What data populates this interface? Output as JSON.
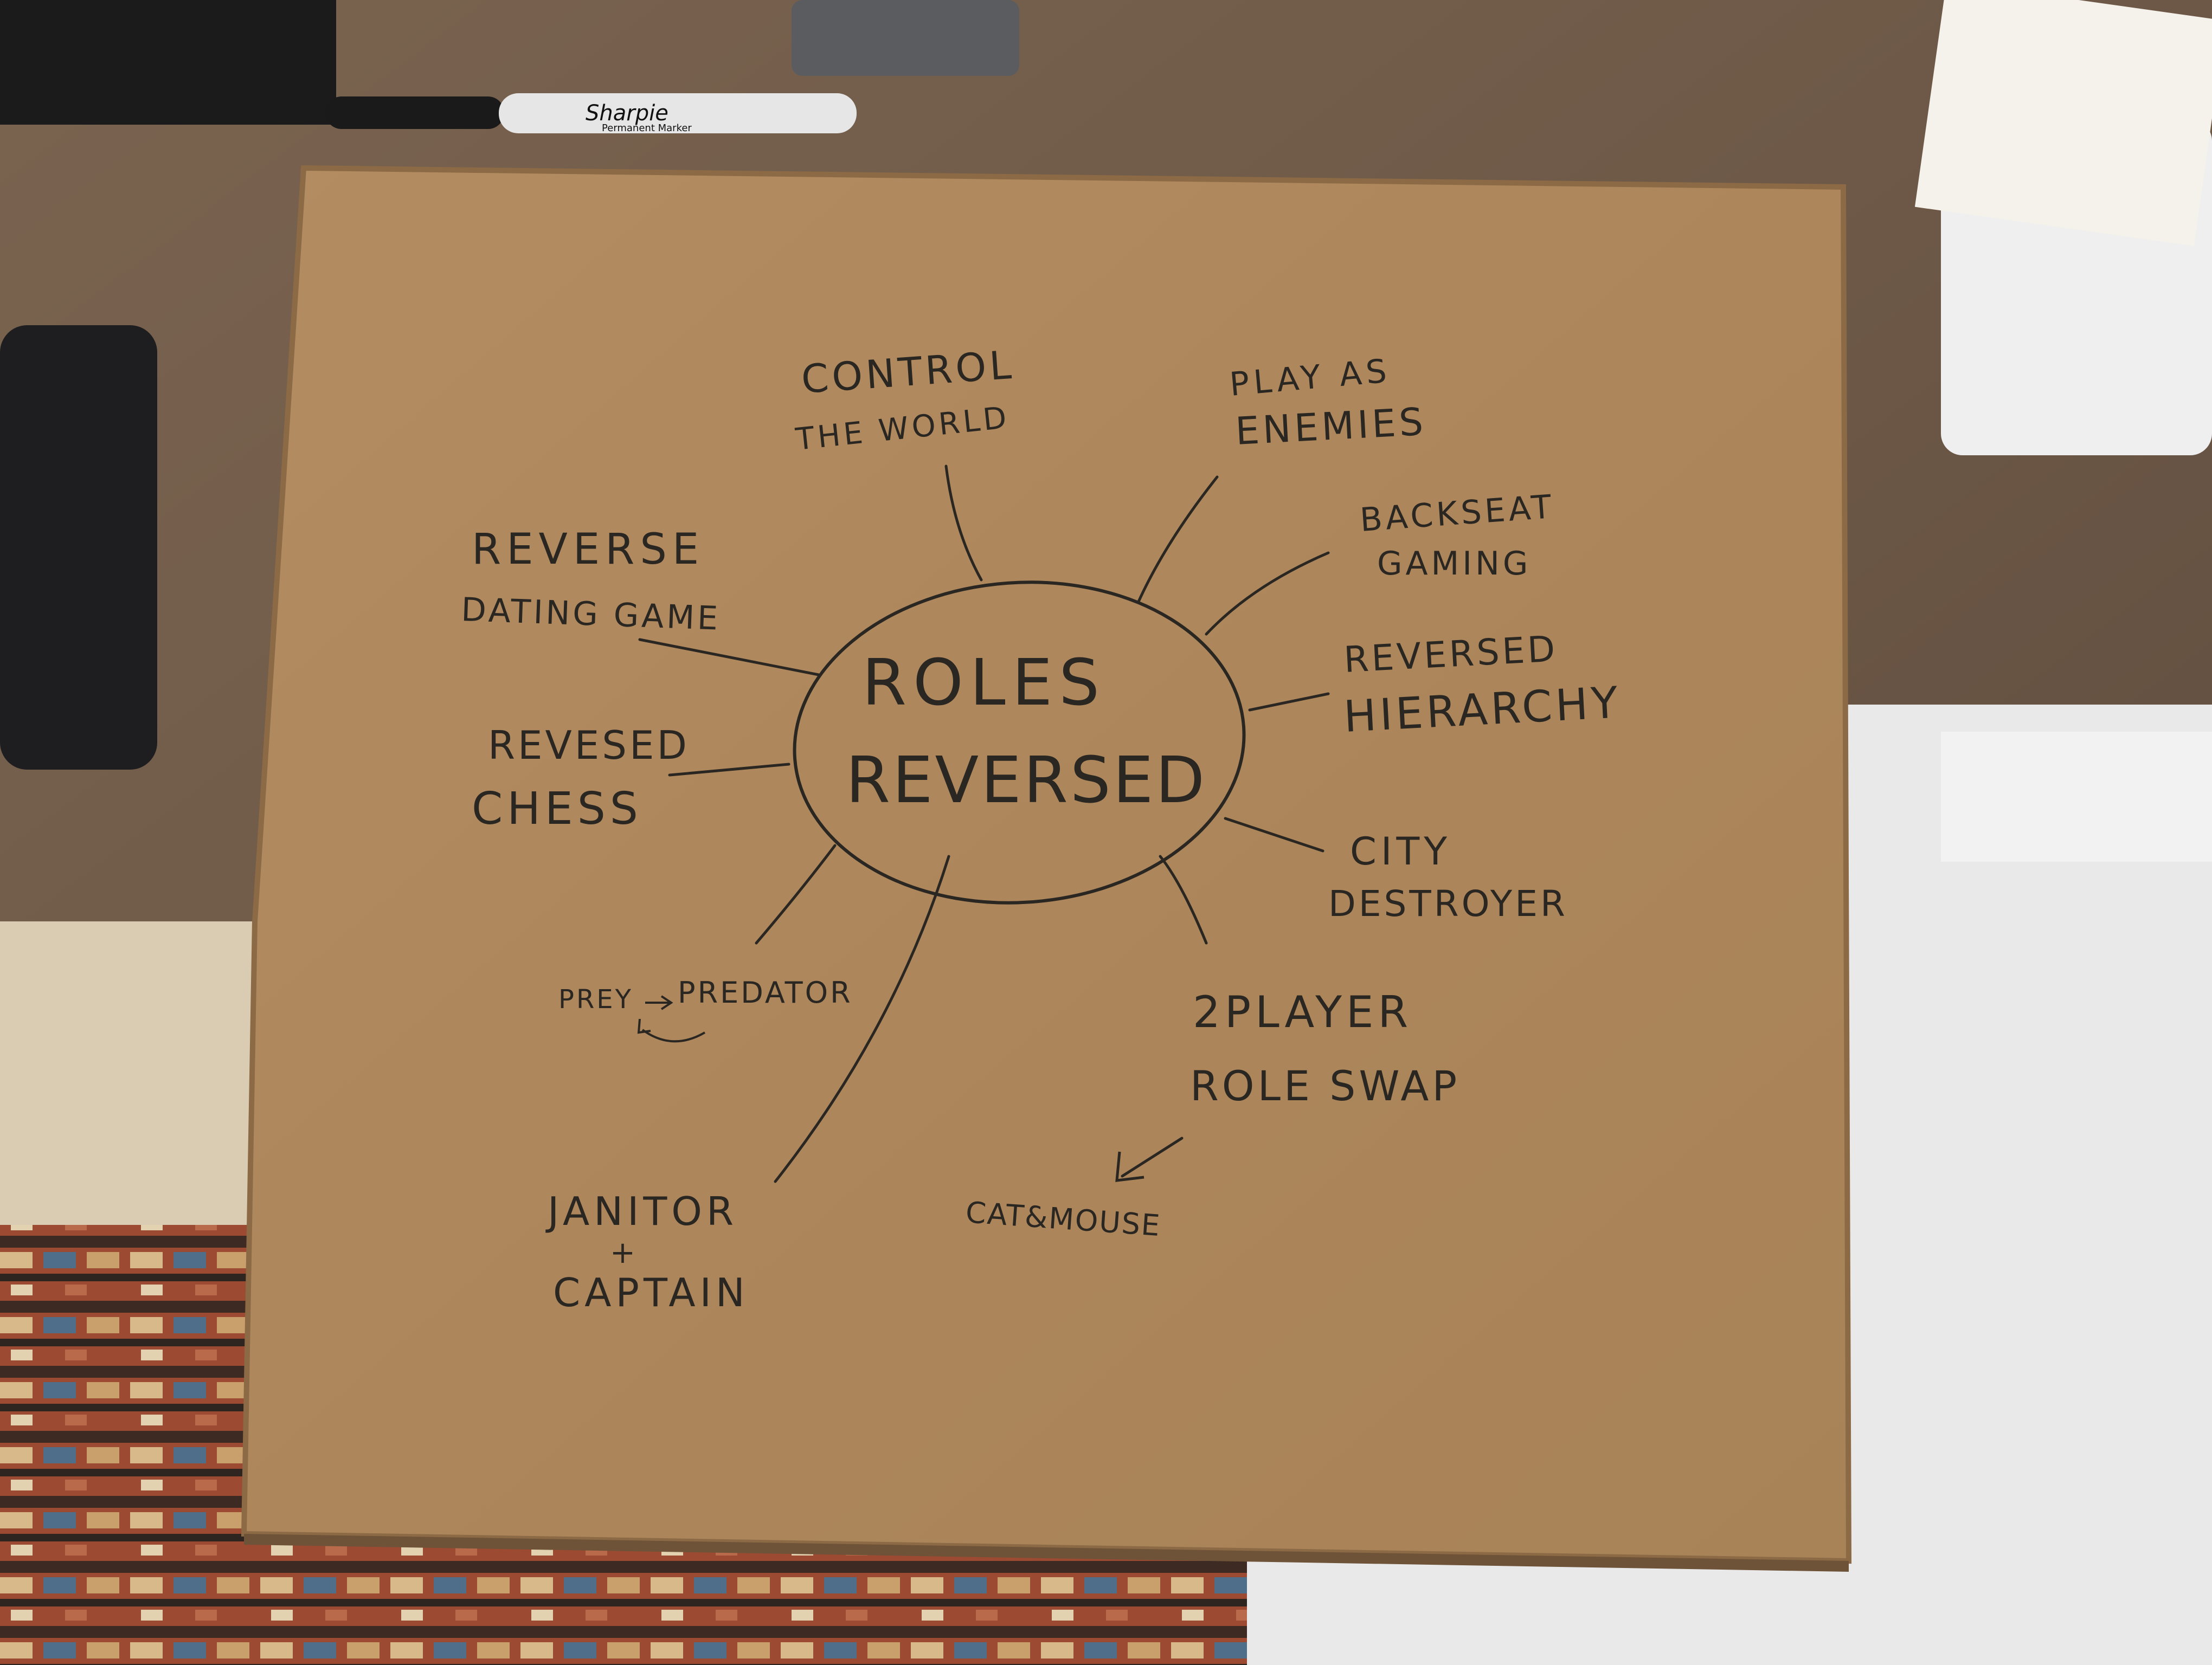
{
  "diagram": {
    "center": [
      "ROLES",
      "REVERSED"
    ],
    "branches": {
      "control_world": [
        "CONTROL",
        "THE WORLD"
      ],
      "play_as_enemies": [
        "PLAY AS",
        "ENEMIES"
      ],
      "backseat_gaming": [
        "BACKSEAT",
        "GAMING"
      ],
      "reversed_hierarchy": [
        "REVERSED",
        "HIERARCHY"
      ],
      "city_destroyer": [
        "CITY",
        "DESTROYER"
      ],
      "two_player": [
        "2PLAYER",
        "ROLE SWAP"
      ],
      "cat_mouse": [
        "CAT&MOUSE"
      ],
      "janitor": [
        "JANITOR",
        "+",
        "CAPTAIN"
      ],
      "prey_predator": [
        "PREY",
        "PREDATOR"
      ],
      "reversed_chess": [
        "REVESED",
        "CHESS"
      ],
      "reverse_dating": [
        "REVERSE",
        "DATING GAME"
      ]
    }
  },
  "scene": {
    "marker_label": "Sharpie",
    "marker_sublabel": "Permanent Marker",
    "cardboard_color": "#b08a5f",
    "ink_color": "#2a2622"
  }
}
